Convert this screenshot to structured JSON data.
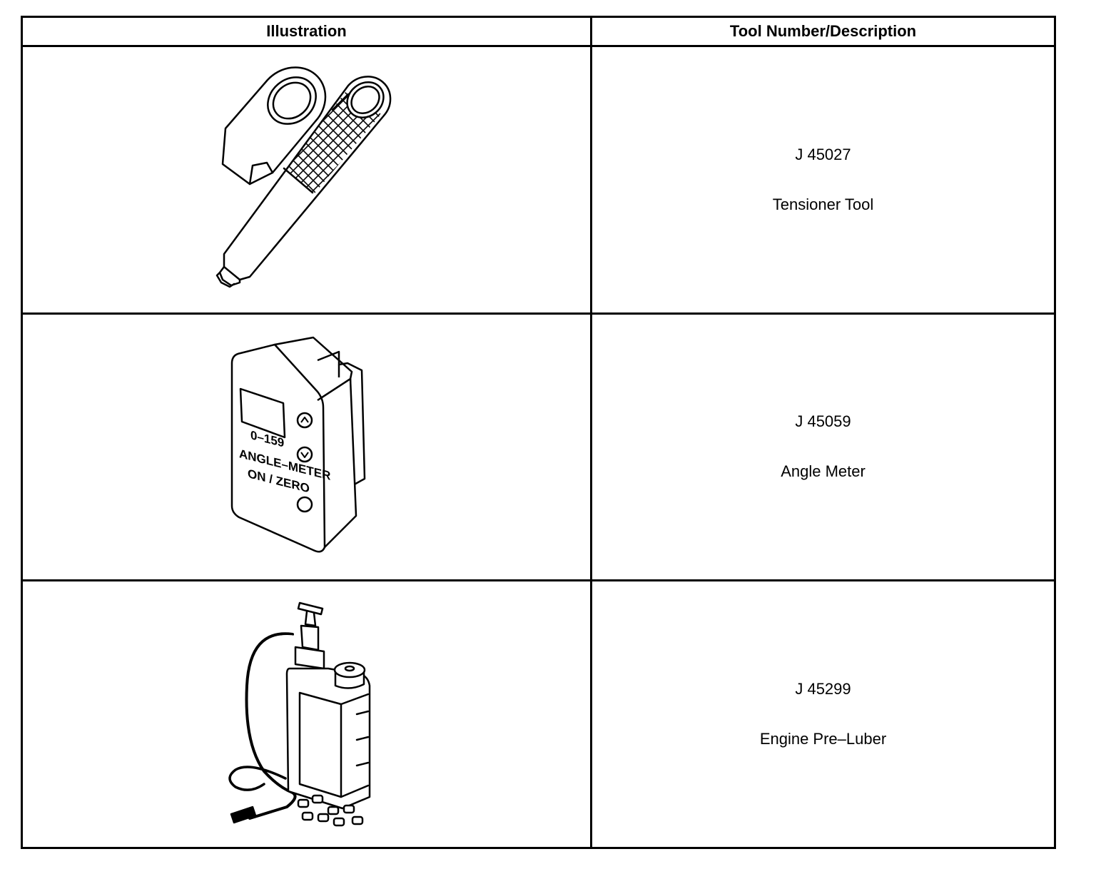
{
  "table": {
    "headers": {
      "illustration": "Illustration",
      "tool_description": "Tool Number/Description"
    },
    "rows": [
      {
        "tool_number": "J 45027",
        "description": "Tensioner Tool",
        "illustration_icon": "tensioner-tool-icon"
      },
      {
        "tool_number": "J 45059",
        "description": "Angle Meter",
        "illustration_icon": "angle-meter-icon",
        "device_labels": {
          "range": "0–159",
          "name": "ANGLE–METER",
          "button": "ON / ZERO"
        }
      },
      {
        "tool_number": "J 45299",
        "description": "Engine Pre–Luber",
        "illustration_icon": "engine-pre-luber-icon"
      }
    ]
  }
}
